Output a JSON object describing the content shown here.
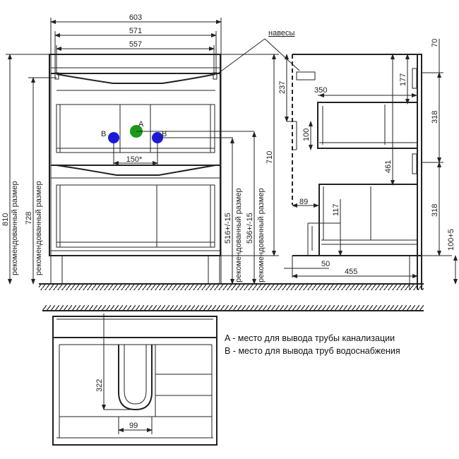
{
  "front": {
    "width_overall": "603",
    "width_top": "571",
    "width_inner": "557",
    "height_total": "810",
    "height_728": "728",
    "height_710": "710",
    "pipe_spacing": "150*",
    "height_516": "516+/-15",
    "height_536": "536+/-15",
    "recommended": "рекомендованный размер",
    "label_a": "A",
    "label_b": "B",
    "hinges_label": "навесы"
  },
  "side": {
    "d237": "237",
    "d100": "100",
    "d350": "350",
    "d177": "177",
    "d70": "70",
    "d318a": "318",
    "d461": "461",
    "d318b": "318",
    "d89": "89",
    "d117": "117",
    "d100_5": "100+5",
    "d50": "50",
    "d455": "455"
  },
  "bottom": {
    "d322": "322",
    "d99": "99"
  },
  "legend": {
    "a": "A - место для вывода трубы канализации",
    "b": "B - место для вывода труб водоснабжения"
  },
  "colors": {
    "drain": "#1a9a1a",
    "water": "#1a1ad8"
  }
}
